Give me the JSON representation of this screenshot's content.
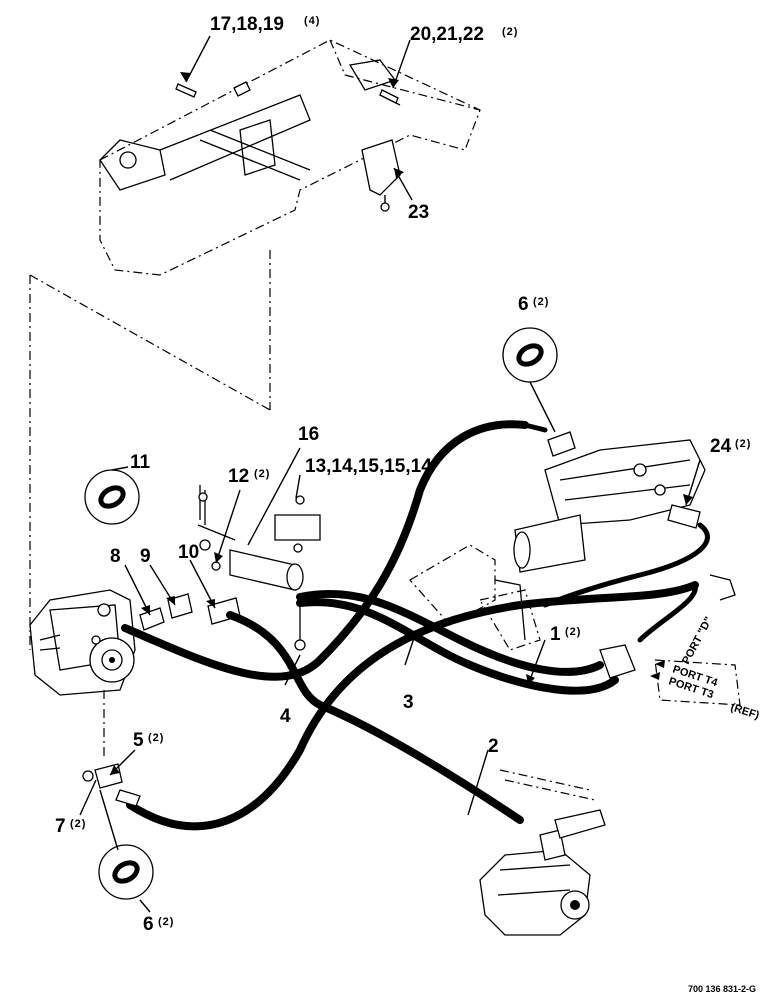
{
  "callouts": {
    "c1": {
      "num": "1",
      "qty": "(2)"
    },
    "c2": {
      "num": "2",
      "qty": ""
    },
    "c3": {
      "num": "3",
      "qty": ""
    },
    "c4": {
      "num": "4",
      "qty": ""
    },
    "c5": {
      "num": "5",
      "qty": "(2)"
    },
    "c6a": {
      "num": "6",
      "qty": "(2)"
    },
    "c6b": {
      "num": "6",
      "qty": "(2)"
    },
    "c7": {
      "num": "7",
      "qty": "(2)"
    },
    "c8": {
      "num": "8",
      "qty": ""
    },
    "c9": {
      "num": "9",
      "qty": ""
    },
    "c10": {
      "num": "10",
      "qty": ""
    },
    "c11": {
      "num": "11",
      "qty": ""
    },
    "c12": {
      "num": "12",
      "qty": "(2)"
    },
    "c13": {
      "num": "13,14,15,15,14",
      "qty": ""
    },
    "c16": {
      "num": "16",
      "qty": ""
    },
    "c17": {
      "num": "17,18,19",
      "qty": "(4)"
    },
    "c20": {
      "num": "20,21,22",
      "qty": "(2)"
    },
    "c23": {
      "num": "23",
      "qty": ""
    },
    "c24": {
      "num": "24",
      "qty": "(2)"
    }
  },
  "ports": {
    "port_d": "PORT \"D\"",
    "port_t4": "PORT T4",
    "port_t3": "PORT T3",
    "ref": "(REF)"
  },
  "figure_number": "700 136 831-2-G",
  "colors": {
    "ink": "#000000",
    "paper": "#ffffff"
  }
}
